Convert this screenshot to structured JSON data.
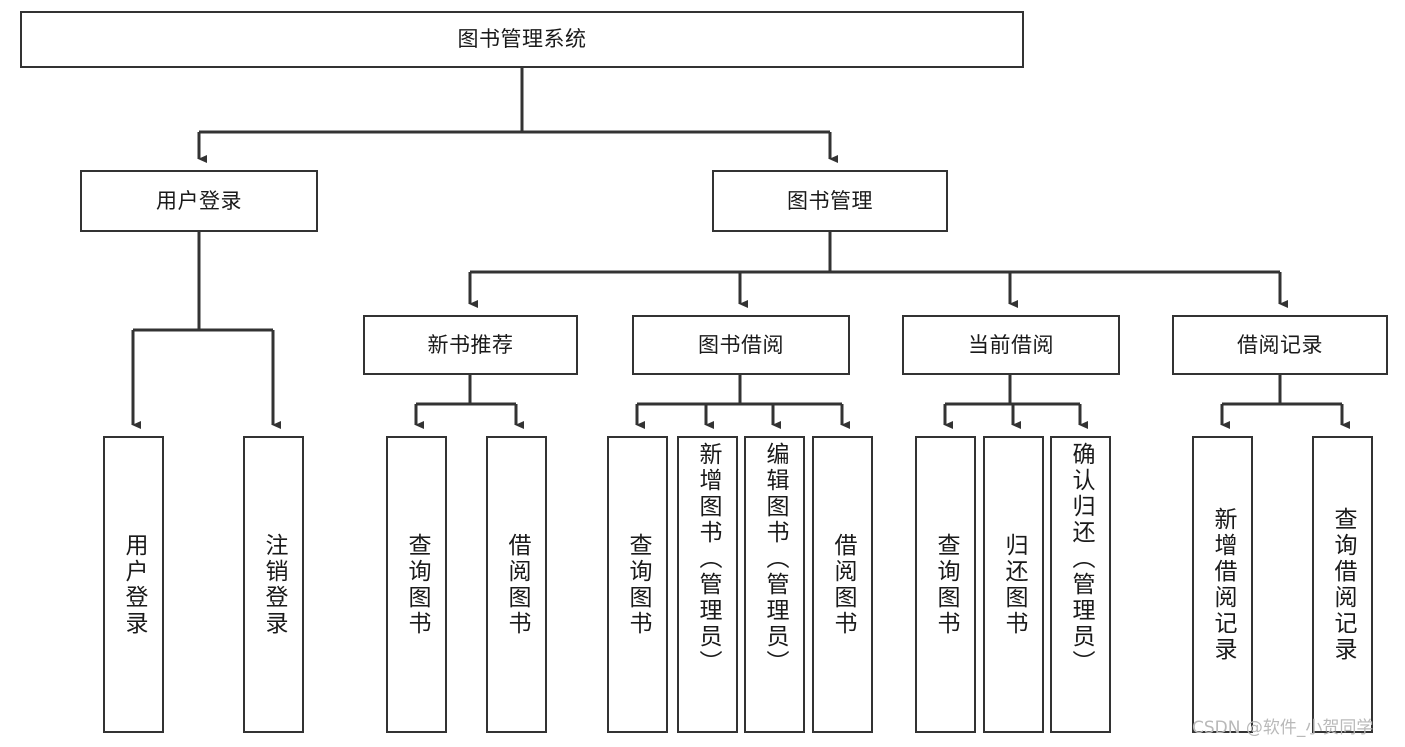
{
  "diagram": {
    "title": "图书管理系统",
    "type": "tree",
    "stroke_color": "#333333",
    "text_color": "#1a1a1a",
    "background_color": "#ffffff"
  },
  "nodes": {
    "root": {
      "label": "图书管理系统"
    },
    "level2": [
      {
        "label": "用户登录"
      },
      {
        "label": "图书管理"
      }
    ],
    "level3": [
      {
        "label": "新书推荐"
      },
      {
        "label": "图书借阅"
      },
      {
        "label": "当前借阅"
      },
      {
        "label": "借阅记录"
      }
    ],
    "leaves": {
      "user_login": [
        {
          "label": "用户登录"
        },
        {
          "label": "注销登录"
        }
      ],
      "new_book": [
        {
          "label": "查询图书"
        },
        {
          "label": "借阅图书"
        }
      ],
      "book_borrow": [
        {
          "label": "查询图书"
        },
        {
          "label": "新增图书（管理员）"
        },
        {
          "label": "编辑图书（管理员）"
        },
        {
          "label": "借阅图书"
        }
      ],
      "current_borrow": [
        {
          "label": "查询图书"
        },
        {
          "label": "归还图书"
        },
        {
          "label": "确认归还（管理员）"
        }
      ],
      "borrow_record": [
        {
          "label": "新增借阅记录"
        },
        {
          "label": "查询借阅记录"
        }
      ]
    }
  },
  "watermark": {
    "text": "CSDN @软件_小贺同学"
  }
}
